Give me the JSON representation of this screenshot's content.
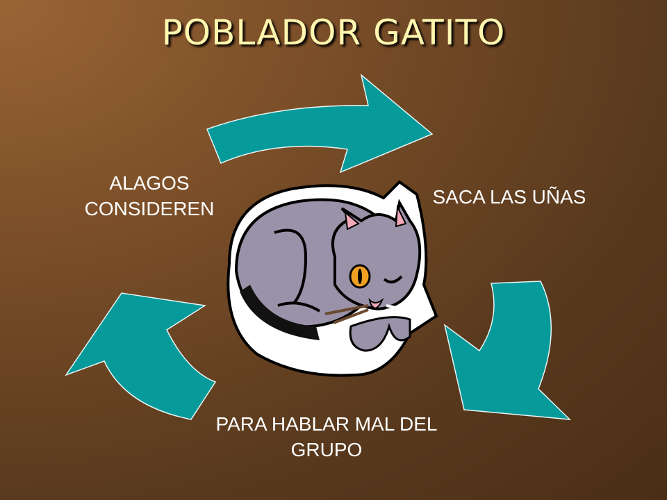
{
  "title": "POBLADOR GATITO",
  "nodes": {
    "left": "ALAGOS CONSIDEREN",
    "right": "SACA LAS UÑAS",
    "bottom": "PARA HABLAR MAL DEL GRUPO"
  },
  "colors": {
    "arrow": "#069a9a",
    "title": "#fff7b0",
    "cat": "#9a92a8"
  },
  "icons": {
    "center": "cat-clipart-icon"
  }
}
